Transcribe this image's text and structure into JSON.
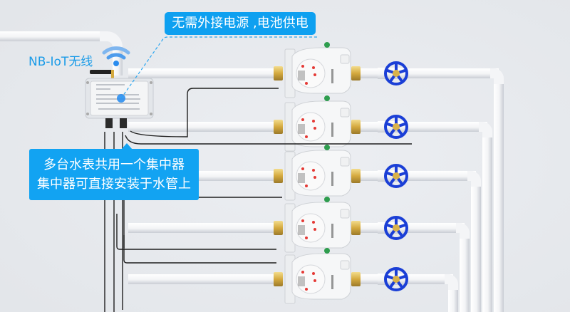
{
  "callouts": {
    "power": "无需外接电源 ,电池供电",
    "wireless": "NB-IoT无线",
    "shared_line1": "多台水表共用一个集中器",
    "shared_line2": "集中器可直接安装于水管上"
  },
  "scene": {
    "meter_count": 5,
    "valve_count": 5,
    "colors": {
      "accent_blue": "#0ea0f0",
      "valve_blue": "#1b3fd6",
      "brass": "#d9b24a",
      "pipe_white": "#f7f7f7",
      "wall": "#e9ebef",
      "cable": "#1f1f1f"
    },
    "icons": [
      "wifi-signal-icon",
      "collector-device",
      "water-meter",
      "gate-valve"
    ]
  }
}
